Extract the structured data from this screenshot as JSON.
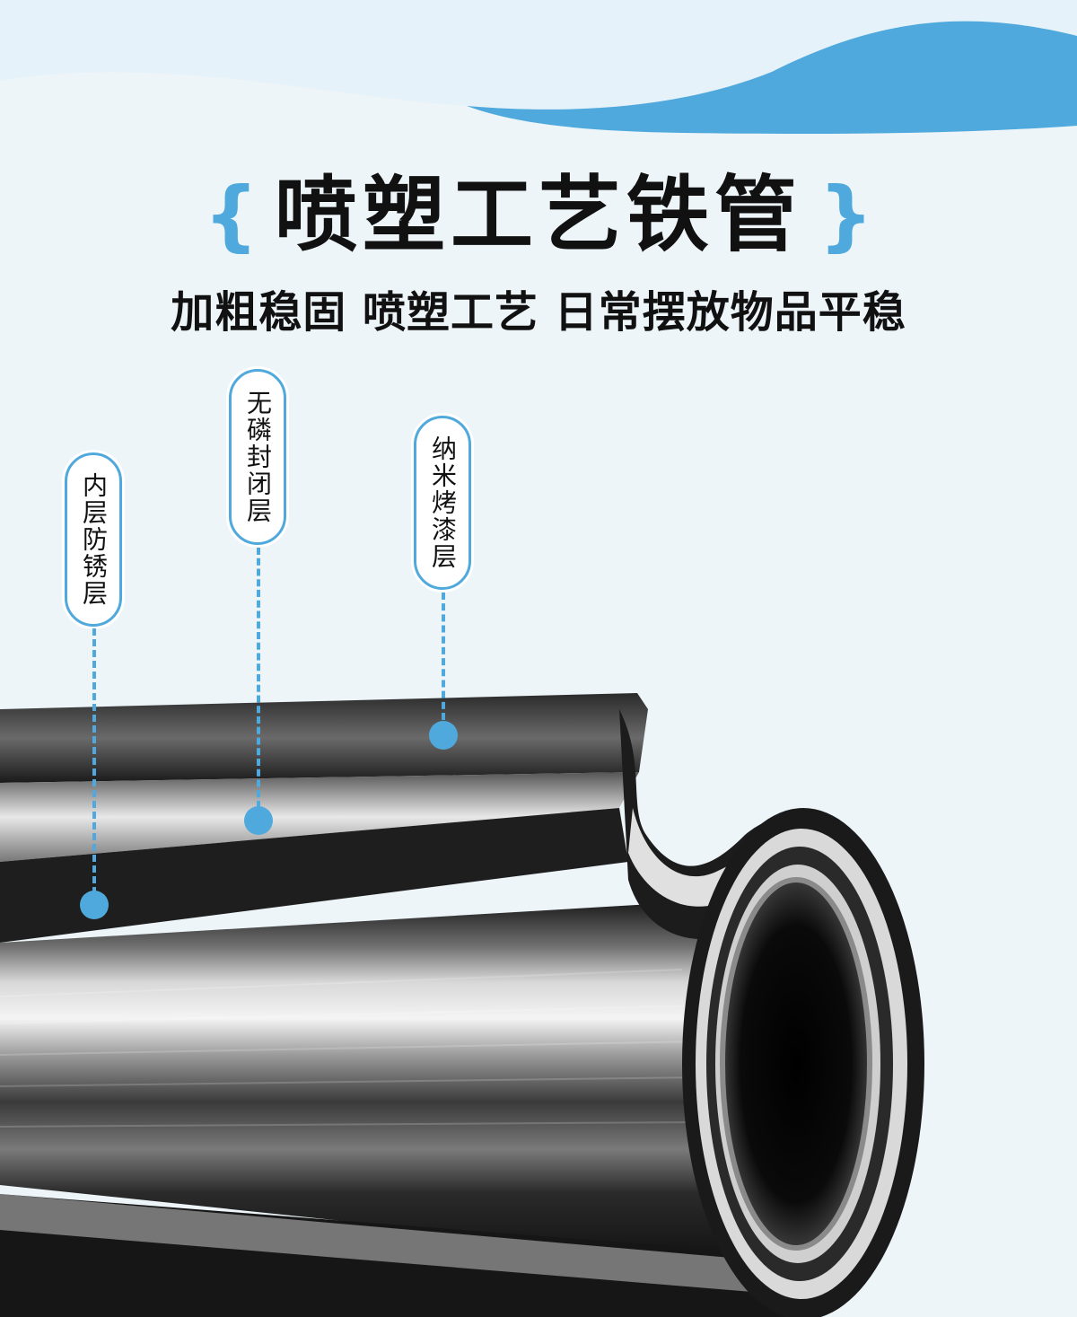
{
  "colors": {
    "accent": "#4fa9dc",
    "background": "#edf5f9",
    "text": "#111111"
  },
  "title": "喷塑工艺铁管",
  "brackets": {
    "left": "{",
    "right": "}"
  },
  "subtitle": "加粗稳固 喷塑工艺 日常摆放物品平稳",
  "layers": [
    {
      "label": "内层防锈层"
    },
    {
      "label": "无磷封闭层"
    },
    {
      "label": "纳米烤漆层"
    }
  ],
  "product_image": "black-spray-coated-iron-pipe"
}
